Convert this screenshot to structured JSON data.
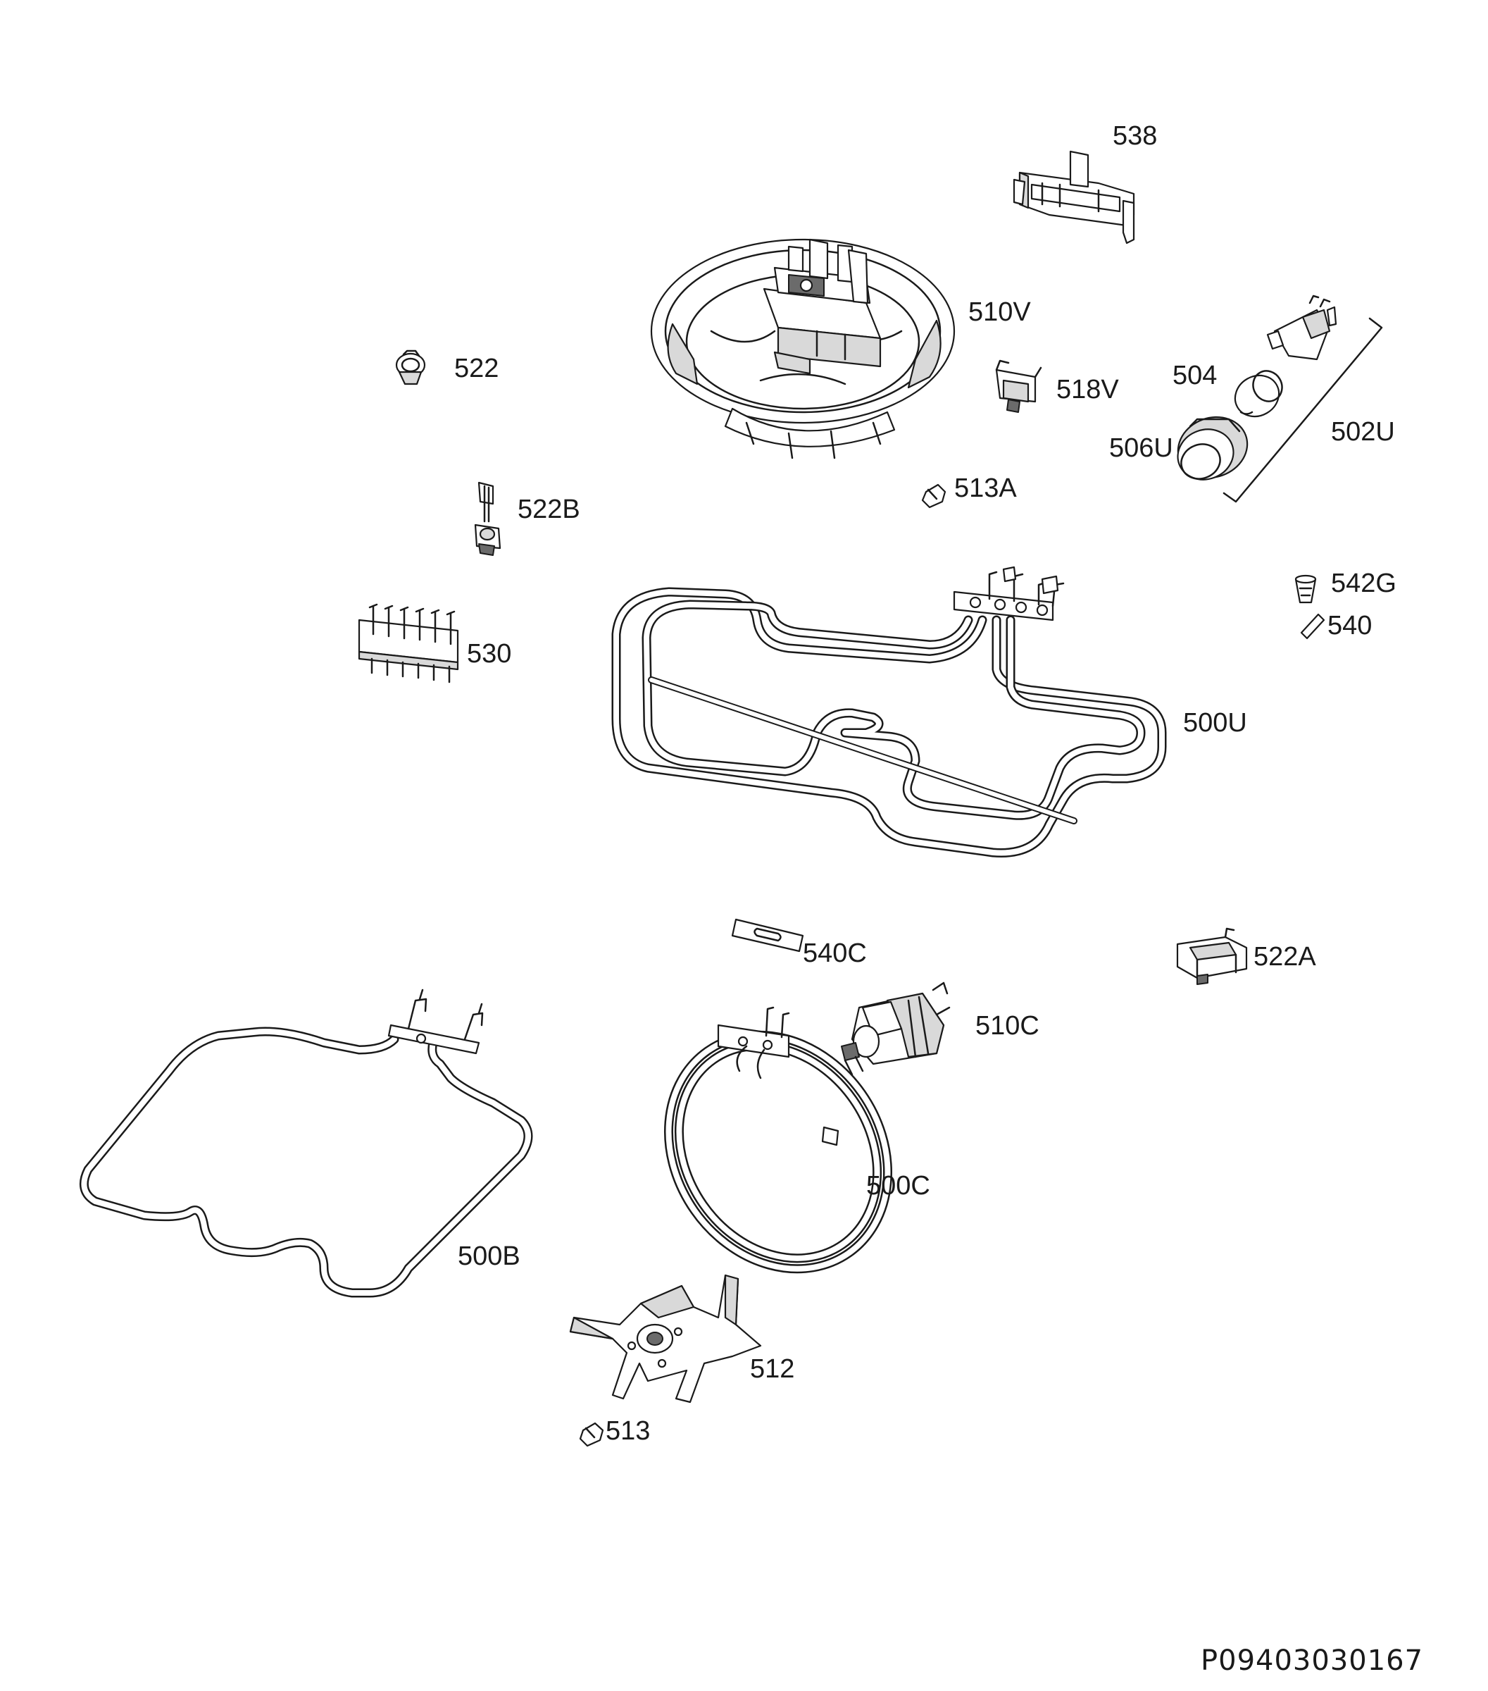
{
  "diagram": {
    "parts": [
      {
        "id": "p538",
        "label": "538"
      },
      {
        "id": "p510V",
        "label": "510V"
      },
      {
        "id": "p522",
        "label": "522"
      },
      {
        "id": "p518V",
        "label": "518V"
      },
      {
        "id": "p504",
        "label": "504"
      },
      {
        "id": "p502U",
        "label": "502U"
      },
      {
        "id": "p506U",
        "label": "506U"
      },
      {
        "id": "p513A",
        "label": "513A"
      },
      {
        "id": "p522B",
        "label": "522B"
      },
      {
        "id": "p542G",
        "label": "542G"
      },
      {
        "id": "p540",
        "label": "540"
      },
      {
        "id": "p530",
        "label": "530"
      },
      {
        "id": "p500U",
        "label": "500U"
      },
      {
        "id": "p540C",
        "label": "540C"
      },
      {
        "id": "p522A",
        "label": "522A"
      },
      {
        "id": "p510C",
        "label": "510C"
      },
      {
        "id": "p500C",
        "label": "500C"
      },
      {
        "id": "p500B",
        "label": "500B"
      },
      {
        "id": "p512",
        "label": "512"
      },
      {
        "id": "p513",
        "label": "513"
      }
    ],
    "document_id": "P09403030167"
  }
}
